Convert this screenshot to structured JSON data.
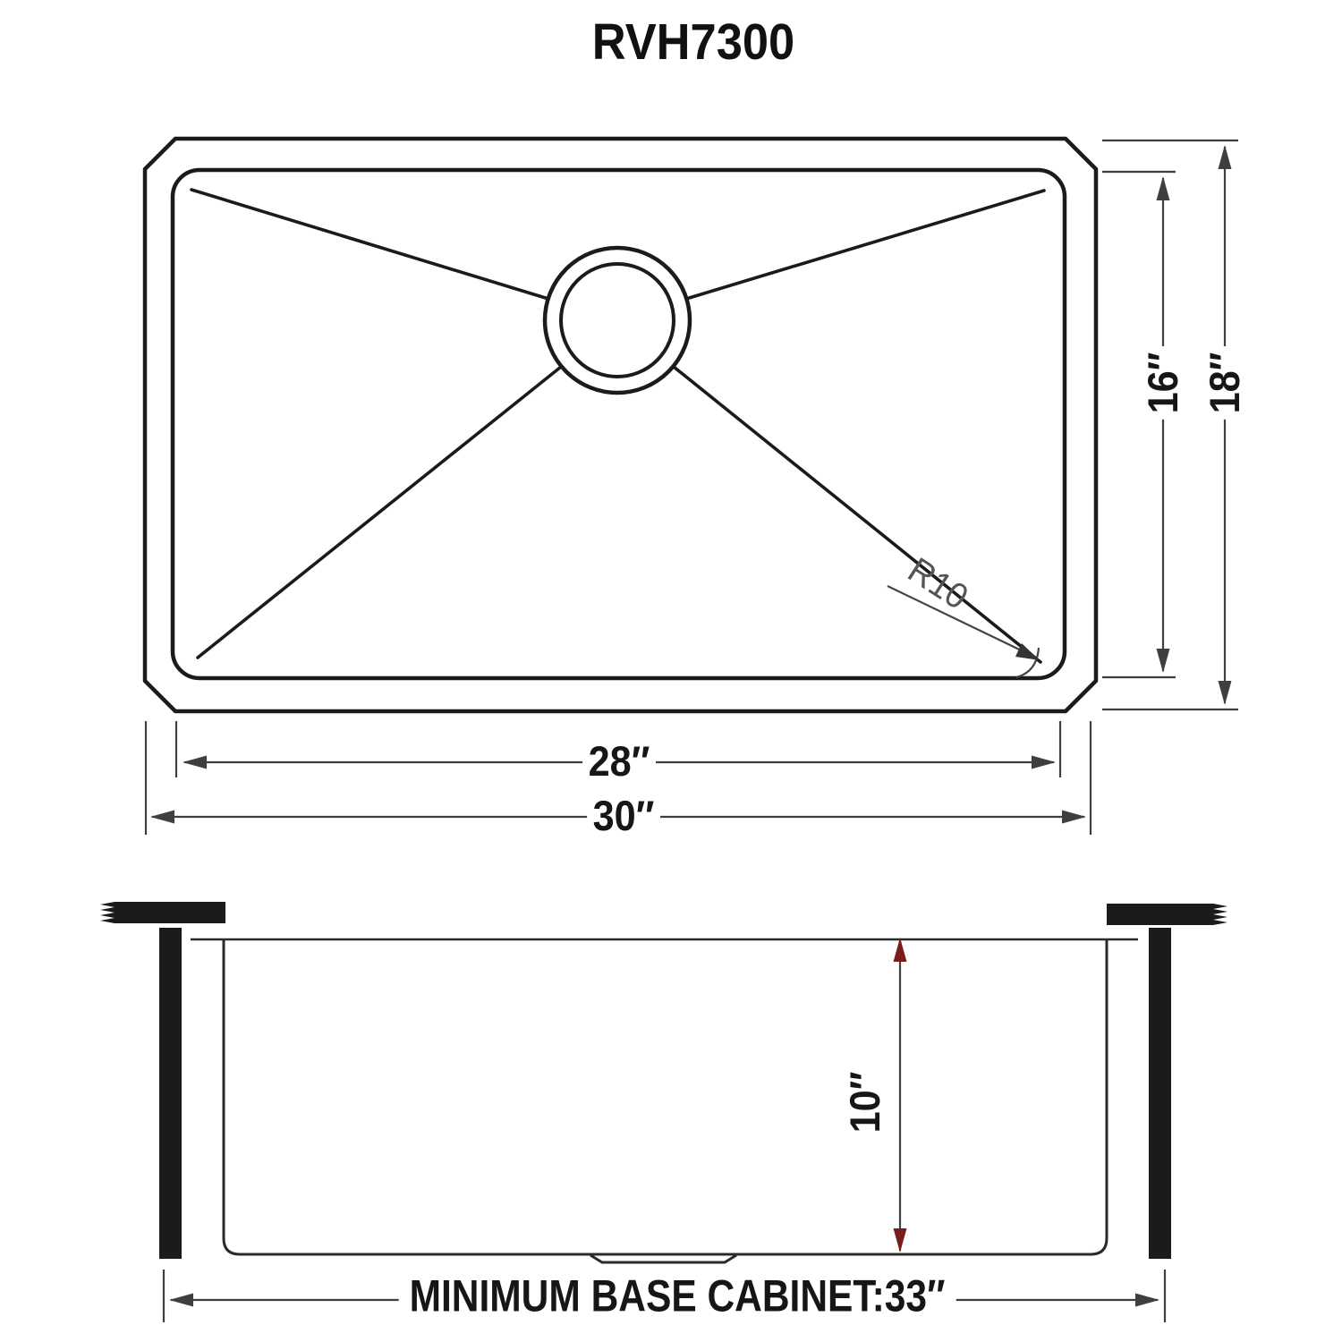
{
  "title": "RVH7300",
  "colors": {
    "outline": "#1b1b1b",
    "dimension": "#3f3f3f",
    "depth_arrow_red": "#7b1d1d",
    "radius_note": "#555555",
    "background": "#ffffff"
  },
  "top_view": {
    "dim_height_inner": "16″",
    "dim_height_outer": "18″",
    "dim_width_inner": "28″",
    "dim_width_outer": "30″",
    "corner_radius_label": "R10"
  },
  "side_view": {
    "dim_depth": "10″",
    "base_cabinet_label": "MINIMUM BASE CABINET:33″"
  }
}
